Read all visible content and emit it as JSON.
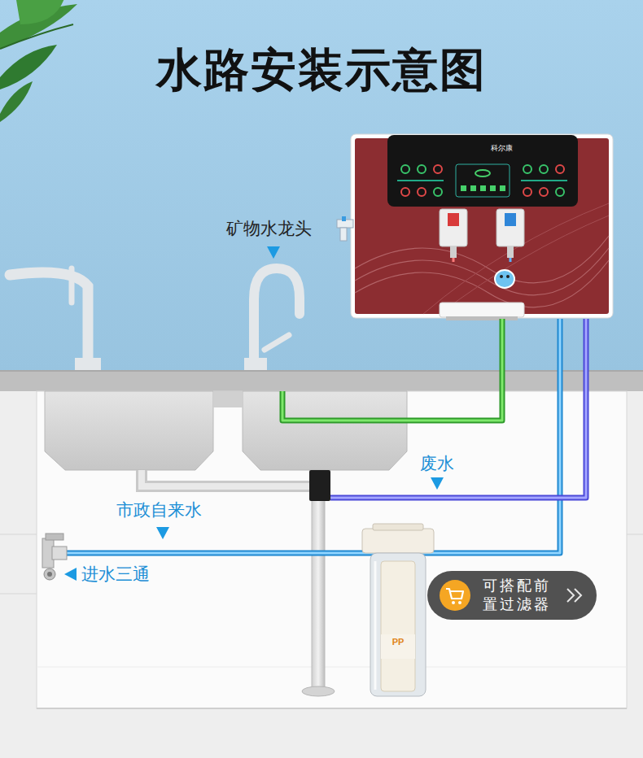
{
  "diagram": {
    "title": "水路安装示意图",
    "nodes": [
      {
        "text": [
          "可搭配前 置过滤器"
        ]
      }
    ],
    "labels": [
      "矿物水龙头",
      "废水",
      "市政自来水",
      "进水三通",
      "科尔康",
      "PP"
    ]
  }
}
